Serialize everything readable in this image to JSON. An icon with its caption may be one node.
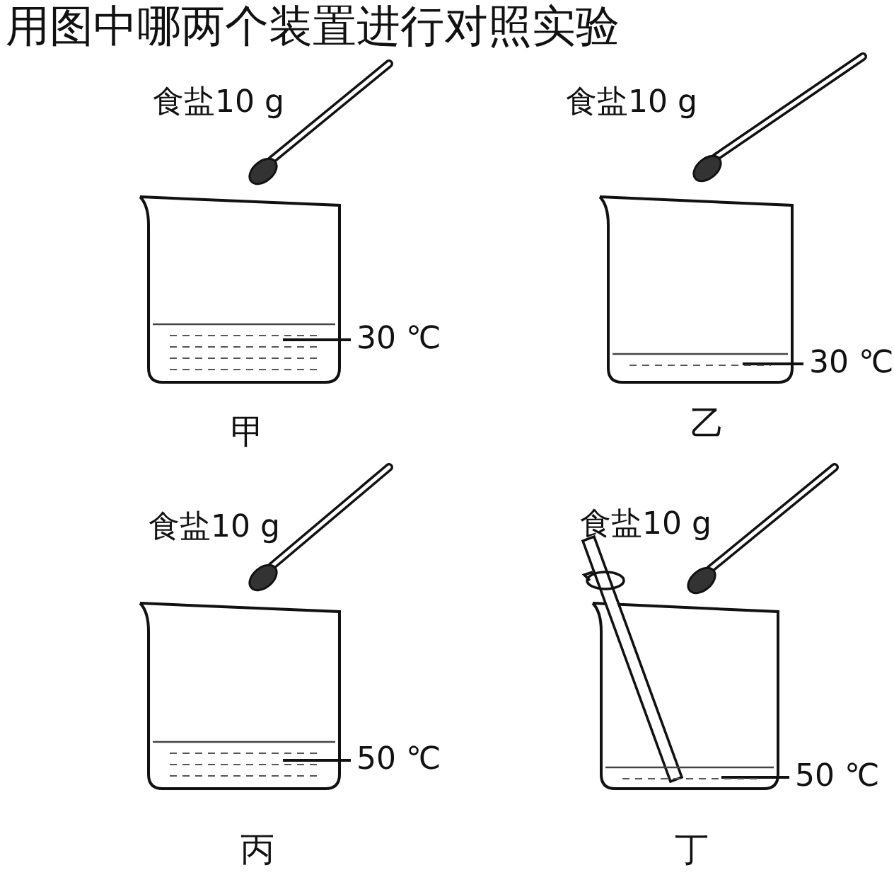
{
  "diagram": {
    "title": "用图中哪两个装置进行对照实验",
    "nodes": [
      {
        "text": [
          "30 ℃"
        ]
      },
      {
        "text": [],
        "shape": "box"
      },
      {
        "text": [
          "30 ℃"
        ]
      },
      {
        "text": [],
        "shape": "box"
      },
      {
        "text": [
          "50 ℃"
        ]
      },
      {
        "text": [],
        "shape": "box"
      },
      {
        "text": [
          "50 ℃"
        ]
      },
      {
        "text": [],
        "shape": "box"
      }
    ],
    "edges": [
      {
        "from": 0,
        "to": 1,
        "arrow": "none"
      },
      {
        "from": 2,
        "to": 3,
        "arrow": "none"
      },
      {
        "from": 4,
        "to": 5,
        "arrow": "none"
      },
      {
        "from": 6,
        "to": 7,
        "arrow": "none"
      }
    ],
    "labels": [
      "食盐10 g",
      "食盐10 g",
      "甲",
      "乙",
      "食盐10 g",
      "食盐10 g",
      "丙",
      "丁"
    ]
  }
}
